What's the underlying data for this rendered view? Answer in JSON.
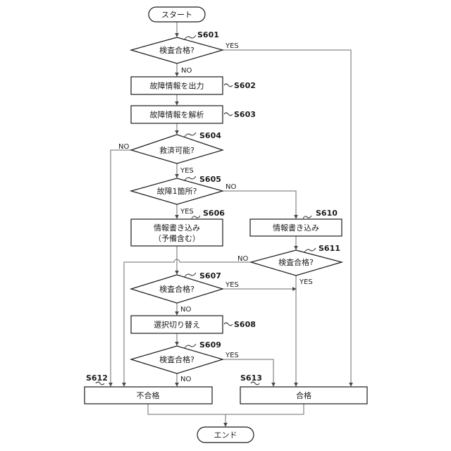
{
  "nodes": {
    "start": "スタート",
    "end": "エンド",
    "d601": "検査合格?",
    "p602": "故障情報を出力",
    "p603": "故障情報を解析",
    "d604": "救済可能?",
    "d605": "故障1箇所?",
    "p606_line1": "情報書き込み",
    "p606_line2": "（予備含む）",
    "p610": "情報書き込み",
    "d611": "検査合格?",
    "d607": "検査合格?",
    "p608": "選択切り替え",
    "d609": "検査合格?",
    "p612": "不合格",
    "p613": "合格"
  },
  "steps": {
    "s601": "S601",
    "s602": "S602",
    "s603": "S603",
    "s604": "S604",
    "s605": "S605",
    "s606": "S606",
    "s607": "S607",
    "s608": "S608",
    "s609": "S609",
    "s610": "S610",
    "s611": "S611",
    "s612": "S612",
    "s613": "S613"
  },
  "branches": {
    "yes": "YES",
    "no": "NO"
  }
}
